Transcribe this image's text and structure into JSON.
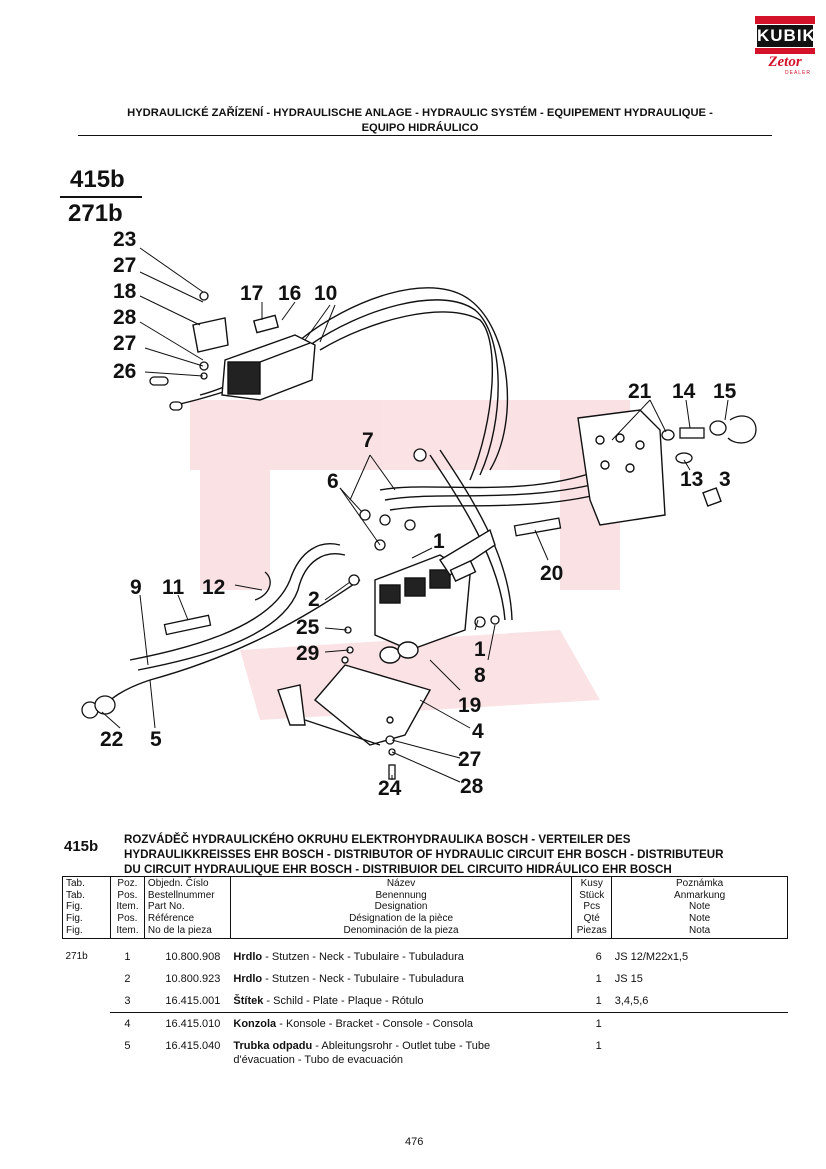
{
  "logo": {
    "brand": "KUBIK",
    "sub_brand": "Zetor",
    "tag": "DEALER",
    "colors": {
      "red": "#d4122a",
      "black": "#111111"
    }
  },
  "header": {
    "title_line1": "HYDRAULICKÉ ZAŘÍZENÍ - HYDRAULISCHE ANLAGE - HYDRAULIC SYSTÉM - EQUIPEMENT HYDRAULIQUE -",
    "title_line2": "EQUIPO HIDRÁULICO"
  },
  "figure": {
    "number_top": "415b",
    "number_bottom": "271b",
    "callouts": {
      "c23": "23",
      "c27a": "27",
      "c18": "18",
      "c28a": "28",
      "c27b": "27",
      "c26": "26",
      "c17": "17",
      "c16": "16",
      "c10": "10",
      "c21": "21",
      "c14": "14",
      "c15": "15",
      "c13": "13",
      "c3": "3",
      "c7": "7",
      "c6": "6",
      "c1a": "1",
      "c20": "20",
      "c9": "9",
      "c11": "11",
      "c12": "12",
      "c2": "2",
      "c25": "25",
      "c29": "29",
      "c1b": "1",
      "c8": "8",
      "c19": "19",
      "c4": "4",
      "c22": "22",
      "c5": "5",
      "c27c": "27",
      "c28b": "28",
      "c24": "24"
    }
  },
  "section": {
    "number": "415b",
    "title_line1": "ROZVÁDĚČ HYDRAULICKÉHO OKRUHU ELEKTROHYDRAULIKA BOSCH - VERTEILER DES",
    "title_line2": "HYDRAULIKKREISSES EHR BOSCH - DISTRIBUTOR OF HYDRAULIC CIRCUIT EHR BOSCH - DISTRIBUTEUR",
    "title_line3": "DU CIRCUIT HYDRAULIQUE EHR BOSCH - DISTRIBUIOR DEL CIRCUITO HIDRÁULICO EHR BOSCH"
  },
  "table": {
    "headers": {
      "tab": [
        "Tab.",
        "Tab.",
        "Fig.",
        "Fig.",
        "Fig."
      ],
      "pos": [
        "Poz.",
        "Pos.",
        "Item.",
        "Pos.",
        "Item."
      ],
      "part": [
        "Objedn. Číslo",
        "Bestellnummer",
        "Part No.",
        "Référence",
        "No de la pieza"
      ],
      "name": [
        "Název",
        "Benennung",
        "Designation",
        "Désignation de la pièce",
        "Denominación de la pieza"
      ],
      "qty": [
        "Kusy",
        "Stück",
        "Pcs",
        "Qté",
        "Piezas"
      ],
      "note": [
        "Poznámka",
        "Anmarkung",
        "Note",
        "Note",
        "Nota"
      ]
    },
    "rows": [
      {
        "tab": "271b",
        "pos": "1",
        "part": "10.800.908",
        "name_bold": "Hrdlo",
        "name_rest": " - Stutzen - Neck - Tubulaire - Tubuladura",
        "name_line2": "",
        "qty": "6",
        "note": "JS 12/M22x1,5"
      },
      {
        "tab": "",
        "pos": "2",
        "part": "10.800.923",
        "name_bold": "Hrdlo",
        "name_rest": " - Stutzen - Neck - Tubulaire - Tubuladura",
        "name_line2": "",
        "qty": "1",
        "note": "JS 15"
      },
      {
        "tab": "",
        "pos": "3",
        "part": "16.415.001",
        "name_bold": "Štítek",
        "name_rest": " - Schild - Plate - Plaque - Rótulo",
        "name_line2": "",
        "qty": "1",
        "note": "3,4,5,6"
      },
      {
        "tab": "",
        "pos": "4",
        "part": "16.415.010",
        "name_bold": "Konzola",
        "name_rest": " - Konsole - Bracket - Console - Consola",
        "name_line2": "",
        "qty": "1",
        "note": ""
      },
      {
        "tab": "",
        "pos": "5",
        "part": "16.415.040",
        "name_bold": "Trubka odpadu",
        "name_rest": " - Ableitungsrohr - Outlet tube - Tube",
        "name_line2": "d'évacuation - Tubo de evacuación",
        "qty": "1",
        "note": ""
      }
    ]
  },
  "page_number": "476"
}
